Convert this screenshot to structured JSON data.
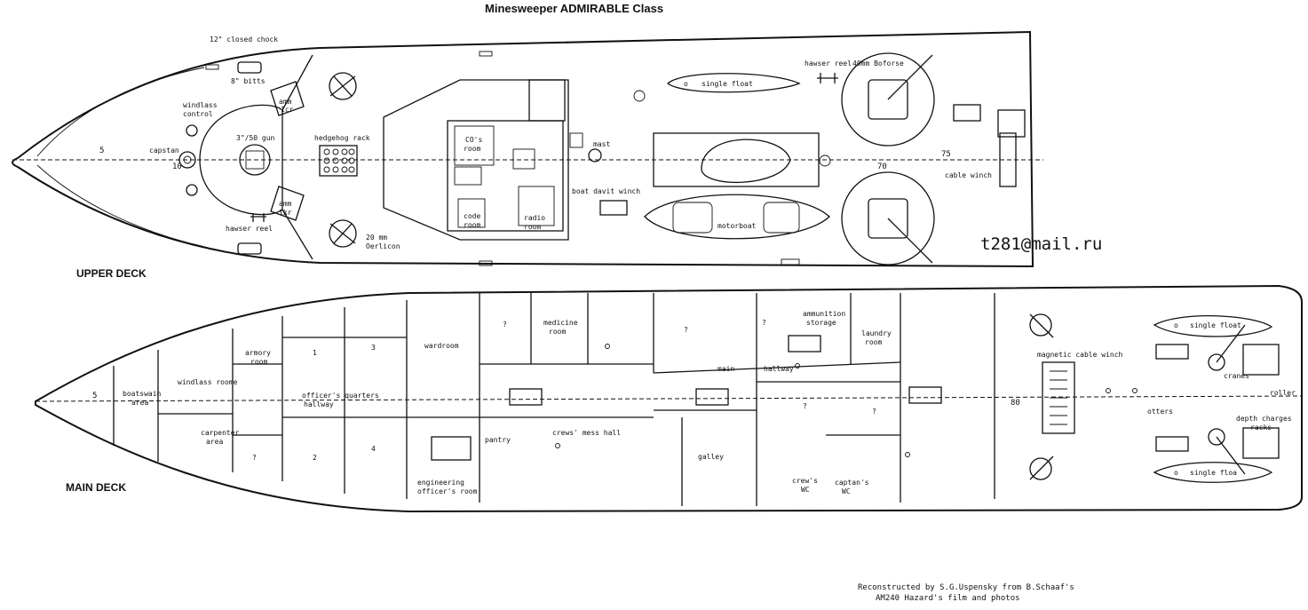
{
  "title": "Minesweeper ADMIRABLE  Class",
  "upper_deck": {
    "heading": "UPPER DECK",
    "labels": {
      "closed_chock": "12\" closed chock",
      "bitts": "8\" bitts",
      "windlass": "windlass",
      "control": "control",
      "capstan": "capstan",
      "gun_3in": "3\"/50 gun",
      "amm": "amm",
      "amm_1cr": "1cr",
      "amm_1kr": "1kr",
      "hedgehog": "hedgehog rack",
      "hawser_reel_fwd": "hawser reel",
      "oerlikon_20": "20 mm",
      "oerlikon_name": "Oerlicon",
      "cos_room_1": "CO's",
      "cos_room_2": "room",
      "code_1": "code",
      "code_2": "room",
      "radio_1": "radio",
      "radio_2": "room",
      "mast": "mast",
      "boat_davit": "boat davit winch",
      "single_float": "single float",
      "float_o": "o",
      "hawser_reel_aft": "hawser reel",
      "bofors": "40mm Boforse",
      "motorboat": "motorboat",
      "cable_winch": "cable winch",
      "frame_5": "5",
      "frame_10": "10",
      "frame_70": "70",
      "frame_75": "75"
    }
  },
  "main_deck": {
    "heading": "MAIN DECK",
    "labels": {
      "frame_5": "5",
      "boatswain_1": "boatswain",
      "boatswain_2": "area",
      "windlass_room": "windlass roome",
      "carpenter_1": "carpenter",
      "carpenter_2": "area",
      "armory_1": "armory",
      "armory_2": "room",
      "q_fwd": "?",
      "cabin_1": "1",
      "cabin_2": "2",
      "cabin_3": "3",
      "cabin_4": "4",
      "officers_quarters": "officer's  quarters",
      "officers_hallway": "hallway",
      "wardroom": "wardroom",
      "q_a": "?",
      "medicine_1": "medicine",
      "medicine_2": "room",
      "q_b": "?",
      "main": "main",
      "hallway": "hallway",
      "q_c": "?",
      "ammo_1": "ammunition",
      "ammo_2": "storage",
      "laundry_1": "laundry",
      "laundry_2": "room",
      "q_d": "?",
      "q_e": "?",
      "pantry": "pantry",
      "crews_mess": "crews' mess hall",
      "galley": "galley",
      "engineering_1": "engineering",
      "engineering_2": "officer's room",
      "crews_wc_1": "crew's",
      "crews_wc_2": "WC",
      "captains_wc_1": "captan's",
      "captains_wc_2": "WC",
      "frame_80": "80",
      "magnetic_winch": "magnetic cable winch",
      "single_float_1": "single float",
      "single_float_2": "single floa",
      "float_o": "o",
      "cranes": "cranes",
      "roller": "roller",
      "otters": "otters",
      "depth_1": "depth charges",
      "depth_2": "racks"
    }
  },
  "email": "t281@mail.ru",
  "credit": {
    "line1": "Reconstructed by S.G.Uspensky from B.Schaaf's",
    "line2": "AM240 Hazard's film and photos"
  }
}
